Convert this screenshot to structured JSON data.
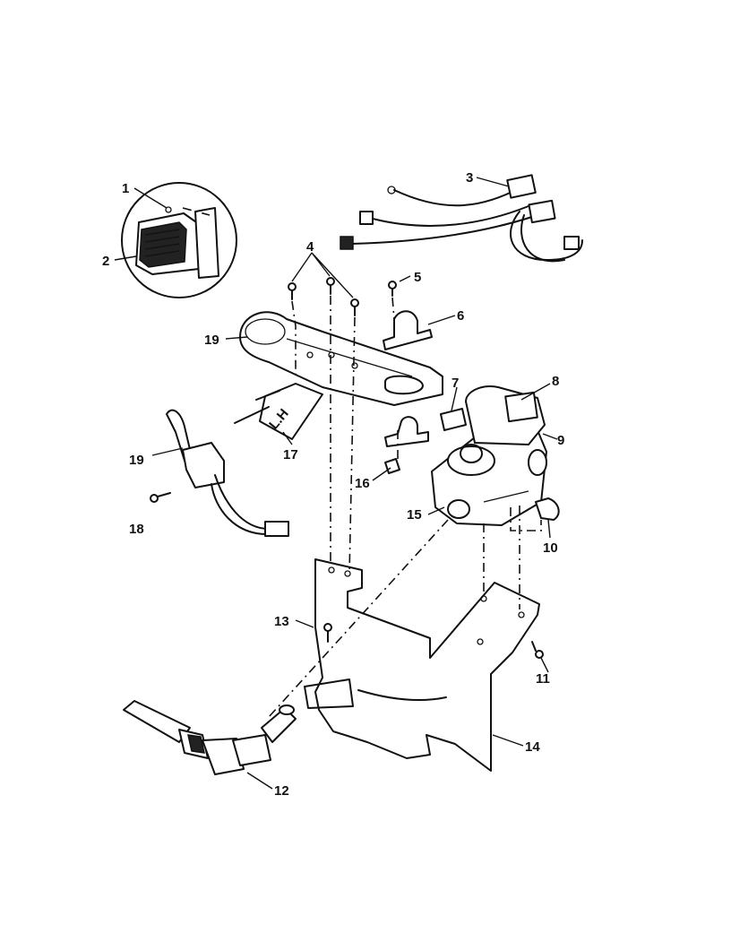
{
  "callouts": {
    "c1": "1",
    "c2": "2",
    "c3": "3",
    "c4": "4",
    "c5": "5",
    "c6": "6",
    "c7": "7",
    "c8": "8",
    "c9": "9",
    "c10": "10",
    "c11": "11",
    "c12": "12",
    "c13": "13",
    "c14": "14",
    "c15": "15",
    "c16": "16",
    "c17": "17",
    "c18": "18",
    "c19a": "19",
    "c19b": "19"
  },
  "bracket_tag_text": "L.H"
}
